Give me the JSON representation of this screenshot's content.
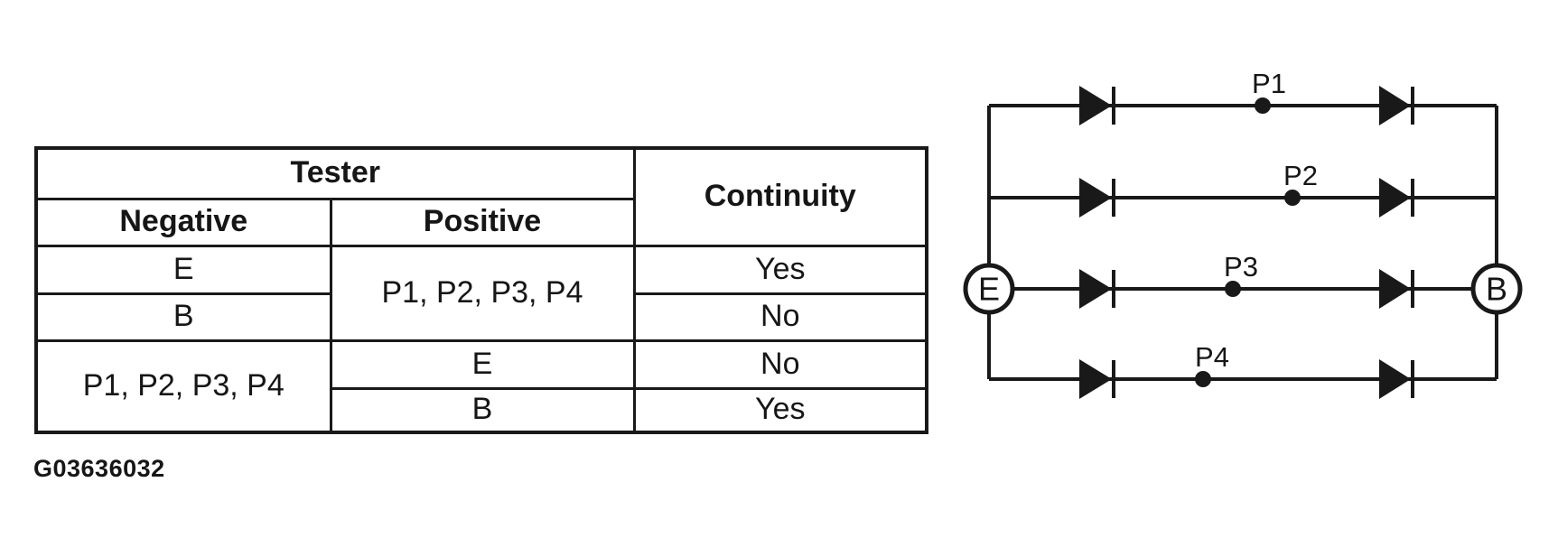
{
  "figure_id": "G03636032",
  "colors": {
    "ink": "#191919",
    "background": "#ffffff"
  },
  "continuity_table": {
    "headers": {
      "tester": "Tester",
      "negative": "Negative",
      "positive": "Positive",
      "continuity": "Continuity"
    },
    "rows": [
      {
        "negative": "E",
        "positive": "P1, P2, P3, P4",
        "continuity": "Yes"
      },
      {
        "negative": "B",
        "continuity": "No"
      },
      {
        "negative": "P1, P2, P3, P4",
        "positive": "E",
        "continuity": "No"
      },
      {
        "positive": "B",
        "continuity": "Yes"
      }
    ]
  },
  "diagram": {
    "terminal_left": "E",
    "terminal_right": "B",
    "branch_labels": [
      "P1",
      "P2",
      "P3",
      "P4"
    ],
    "icons": {
      "diode": "right-pointing filled triangle with cathode bar",
      "test_point": "filled circle on wire"
    }
  }
}
